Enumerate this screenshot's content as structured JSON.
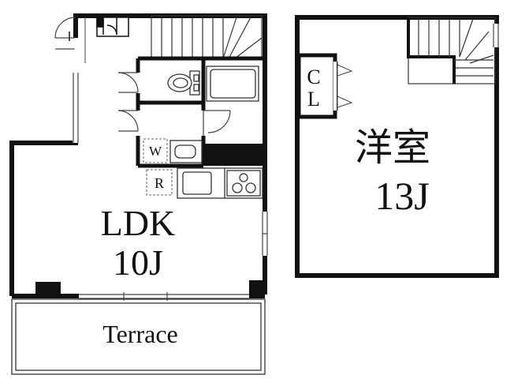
{
  "rooms": {
    "ldk_name": "LDK",
    "ldk_size": "10J",
    "terrace": "Terrace",
    "western_room_name": "洋室",
    "western_room_size": "13J",
    "closet_c": "C",
    "closet_l": "L",
    "washer_mark": "W",
    "fridge_mark": "R"
  },
  "colors": {
    "wall": "#111111",
    "line": "#444444",
    "background": "#ffffff"
  }
}
